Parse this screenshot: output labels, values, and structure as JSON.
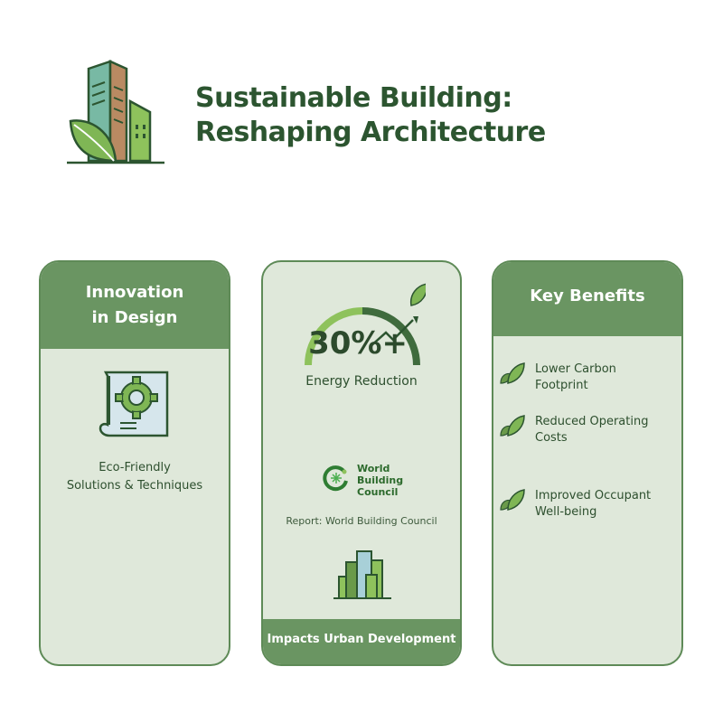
{
  "header": {
    "title_line1": "Sustainable Building:",
    "title_line2": "Reshaping Architecture",
    "logo_icon": "green-buildings-with-leaf-icon"
  },
  "cards": [
    {
      "title_line1": "Innovation",
      "title_line2": "in Design",
      "icon": "blueprint-gear-icon",
      "text_line1": "Eco-Friendly",
      "text_line2": "Solutions & Techniques"
    },
    {
      "gauge_value": "30%+",
      "gauge_label": "Energy Reduction",
      "gauge_icon": "gauge-arrow-leaf-icon",
      "org_line1": "World",
      "org_line2": "Building",
      "org_line3": "Council",
      "report": "Report: World Building Council",
      "city_icon": "city-buildings-icon",
      "footer": "Impacts Urban Development"
    },
    {
      "title": "Key Benefits",
      "benefits": [
        {
          "line1": "Lower Carbon",
          "line2": "Footprint",
          "icon": "leaf-icon"
        },
        {
          "line1": "Reduced Operating",
          "line2": "Costs",
          "icon": "leaf-icon"
        },
        {
          "line1": "Improved Occupant",
          "line2": "Well-being",
          "icon": "leaf-icon"
        }
      ]
    }
  ],
  "colors": {
    "title": "#2c5530",
    "card_header": "#6a9562",
    "card_body": "#dfe8da",
    "card_border": "#5e8a57"
  }
}
